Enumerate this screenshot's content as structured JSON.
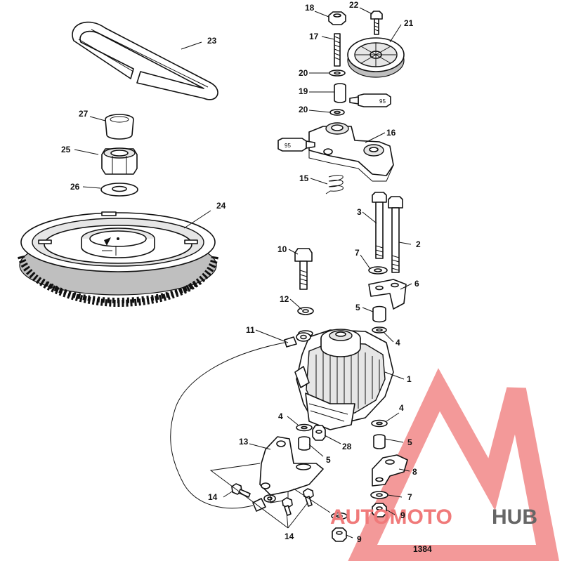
{
  "figure_number": "1384",
  "callouts": [
    "1",
    "2",
    "3",
    "4",
    "5",
    "6",
    "7",
    "8",
    "9",
    "10",
    "11",
    "12",
    "13",
    "14",
    "15",
    "16",
    "17",
    "18",
    "19",
    "20",
    "21",
    "22",
    "23",
    "24",
    "25",
    "26",
    "27",
    "28"
  ],
  "sealant_tubes": [
    "95",
    "95"
  ],
  "watermark": {
    "part1": "AUTOMOTO",
    "part2": "HUB",
    "color_primary": "#f07a7a",
    "color_secondary": "#555555"
  },
  "colors": {
    "ink": "#111111",
    "fill": "#ffffff",
    "shade": "#e6e6e6"
  }
}
